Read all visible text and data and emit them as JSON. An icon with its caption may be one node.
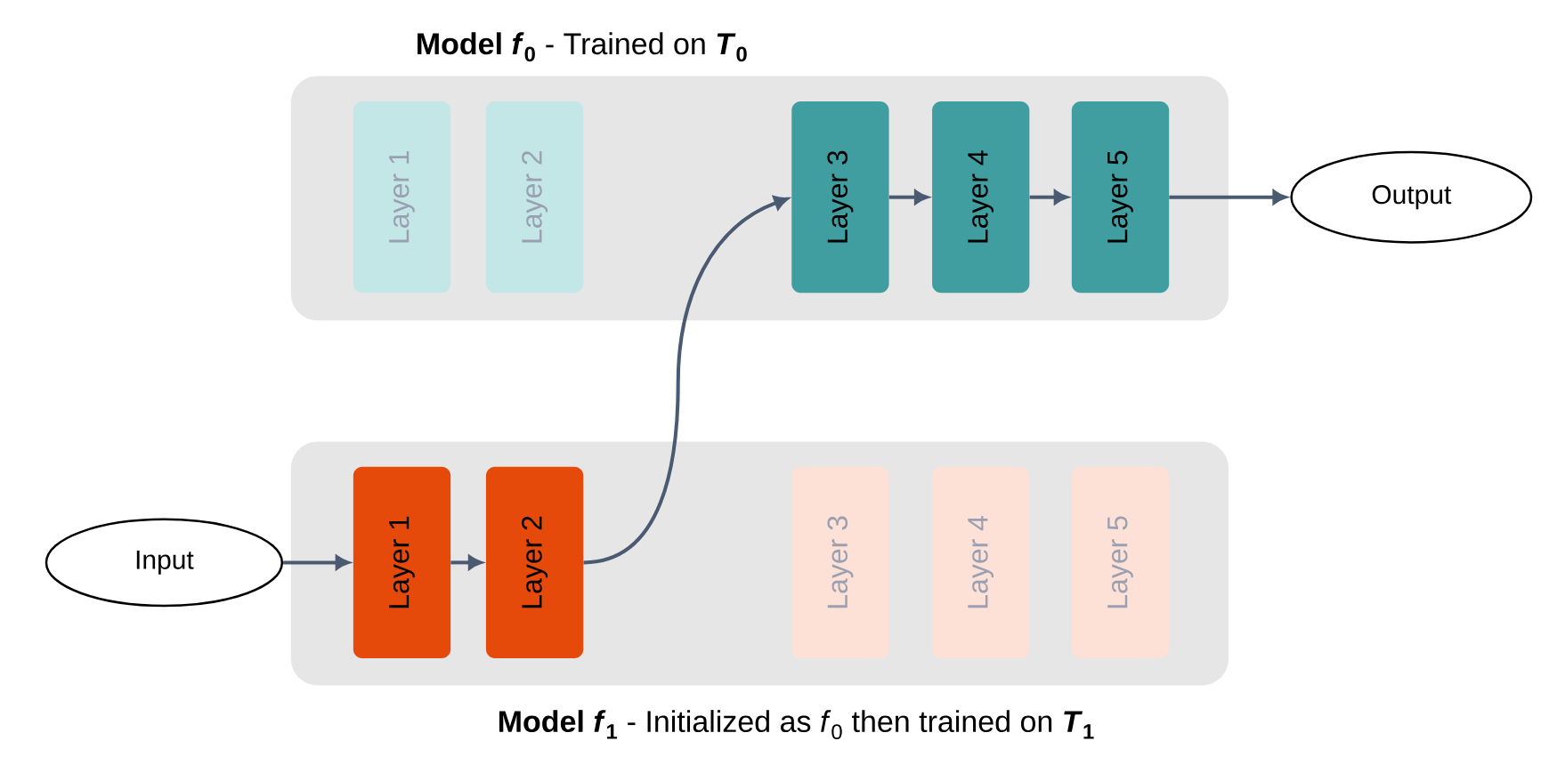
{
  "diagram": {
    "nodes": [
      {
        "text": [
          "**Model *f*$_{0}$** - Trained on ***T*$_{0}$**"
        ]
      },
      {
        "text": [
          "Layer 1"
        ],
        "in": 0
      },
      {
        "text": [
          "Layer 2"
        ],
        "in": 0
      },
      {
        "text": [
          "Layer 3"
        ],
        "in": 0
      },
      {
        "text": [
          "Layer 4"
        ],
        "in": 0
      },
      {
        "text": [
          "Layer 5"
        ],
        "in": 0
      },
      {
        "text": [
          "Output"
        ]
      },
      {
        "text": [
          "**Model *f*$_{1}$** - Initialized as *f*$_{0}$ then trained on ***T*$_{1}$**"
        ]
      },
      {
        "text": [
          "Input"
        ]
      },
      {
        "text": [
          "Layer 1"
        ],
        "in": 7
      },
      {
        "text": [
          "Layer 2"
        ],
        "in": 7
      },
      {
        "text": [
          "Layer 3"
        ],
        "in": 7
      },
      {
        "text": [
          "Layer 4"
        ],
        "in": 7
      },
      {
        "text": [
          "Layer 5"
        ],
        "in": 7
      }
    ],
    "edges": [
      {
        "from": 3,
        "to": 4,
        "arrow": "to"
      },
      {
        "from": 4,
        "to": 5,
        "arrow": "to"
      },
      {
        "from": 5,
        "to": 6,
        "arrow": "to"
      },
      {
        "from": 8,
        "to": 9,
        "arrow": "to"
      },
      {
        "from": 9,
        "to": 10,
        "arrow": "to"
      },
      {
        "from": 10,
        "to": 3,
        "arrow": "to"
      }
    ]
  }
}
